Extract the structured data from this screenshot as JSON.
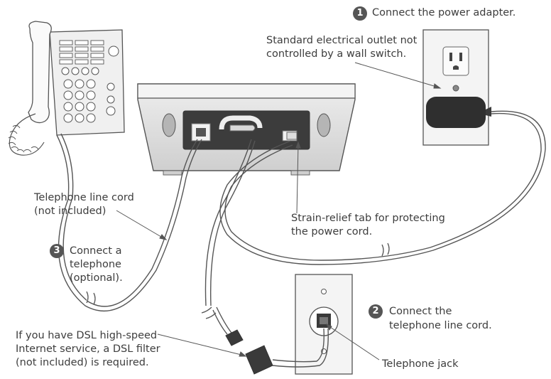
{
  "steps": [
    {
      "number": "1",
      "text": "Connect the power adapter."
    },
    {
      "number": "2",
      "line1": "Connect the",
      "line2": "telephone line cord."
    },
    {
      "number": "3",
      "line1": "Connect a",
      "line2": "telephone",
      "line3": "(optional)."
    }
  ],
  "callouts": {
    "outlet": {
      "line1": "Standard electrical outlet not",
      "line2": "controlled by a wall switch."
    },
    "line_cord": {
      "line1": "Telephone line cord",
      "line2": "(not included)"
    },
    "strain_relief": {
      "line1": "Strain-relief tab for protecting",
      "line2": "the power cord."
    },
    "dsl": {
      "line1": "If you have DSL high-speed",
      "line2": "Internet service, a DSL filter",
      "line3": "(not included) is required."
    },
    "jack": {
      "text": "Telephone jack"
    }
  },
  "colors": {
    "line": "#555555",
    "device_fill": "#e6e6e6",
    "dark": "#4a4a4a"
  }
}
